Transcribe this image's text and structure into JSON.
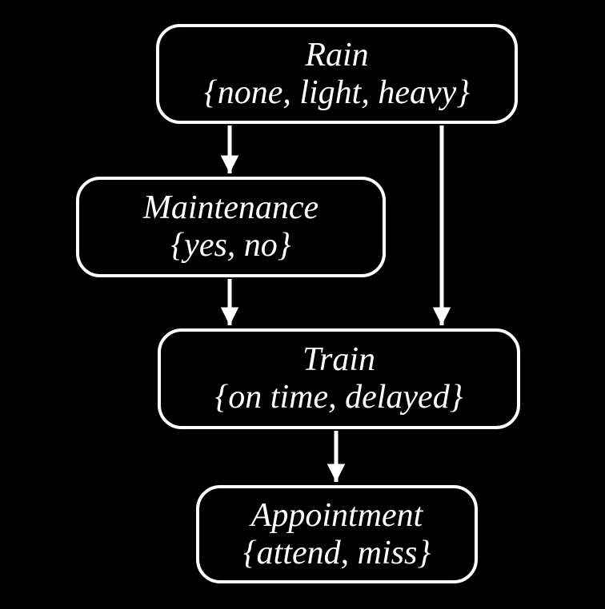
{
  "diagram": {
    "kind": "bayesian-network",
    "colors": {
      "background": "#000000",
      "node_border": "#ffffff",
      "text": "#ffffff",
      "arrow": "#ffffff"
    },
    "nodes": [
      {
        "id": "rain",
        "label": "Rain",
        "values": "{none, light, heavy}"
      },
      {
        "id": "maintenance",
        "label": "Maintenance",
        "values": "{yes, no}"
      },
      {
        "id": "train",
        "label": "Train",
        "values": "{on time, delayed}"
      },
      {
        "id": "appointment",
        "label": "Appointment",
        "values": "{attend, miss}"
      }
    ],
    "edges": [
      {
        "from": "Rain",
        "to": "Maintenance"
      },
      {
        "from": "Rain",
        "to": "Train"
      },
      {
        "from": "Maintenance",
        "to": "Train"
      },
      {
        "from": "Train",
        "to": "Appointment"
      }
    ]
  }
}
